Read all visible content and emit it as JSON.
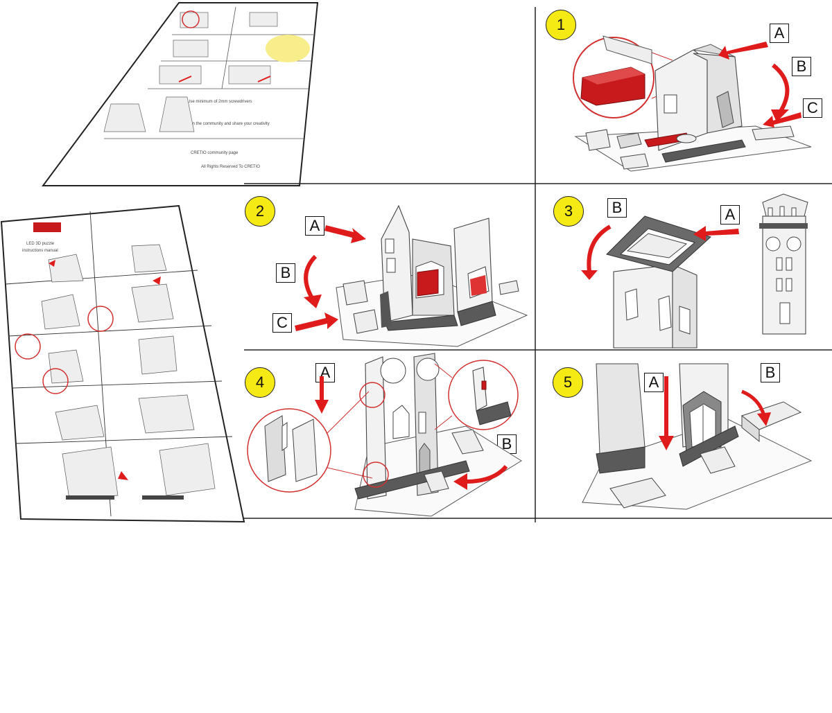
{
  "steps": [
    {
      "number": "1",
      "labels": [
        "A",
        "B",
        "C"
      ]
    },
    {
      "number": "2",
      "labels": [
        "A",
        "B",
        "C"
      ]
    },
    {
      "number": "3",
      "labels": [
        "A",
        "B"
      ]
    },
    {
      "number": "4",
      "labels": [
        "A",
        "B"
      ]
    },
    {
      "number": "5",
      "labels": [
        "A",
        "B"
      ]
    }
  ],
  "colors": {
    "badge": "#f6ea15",
    "arrow": "#e01b1b",
    "brick_red": "#c8191c",
    "base_grey": "#5a5a5a"
  }
}
